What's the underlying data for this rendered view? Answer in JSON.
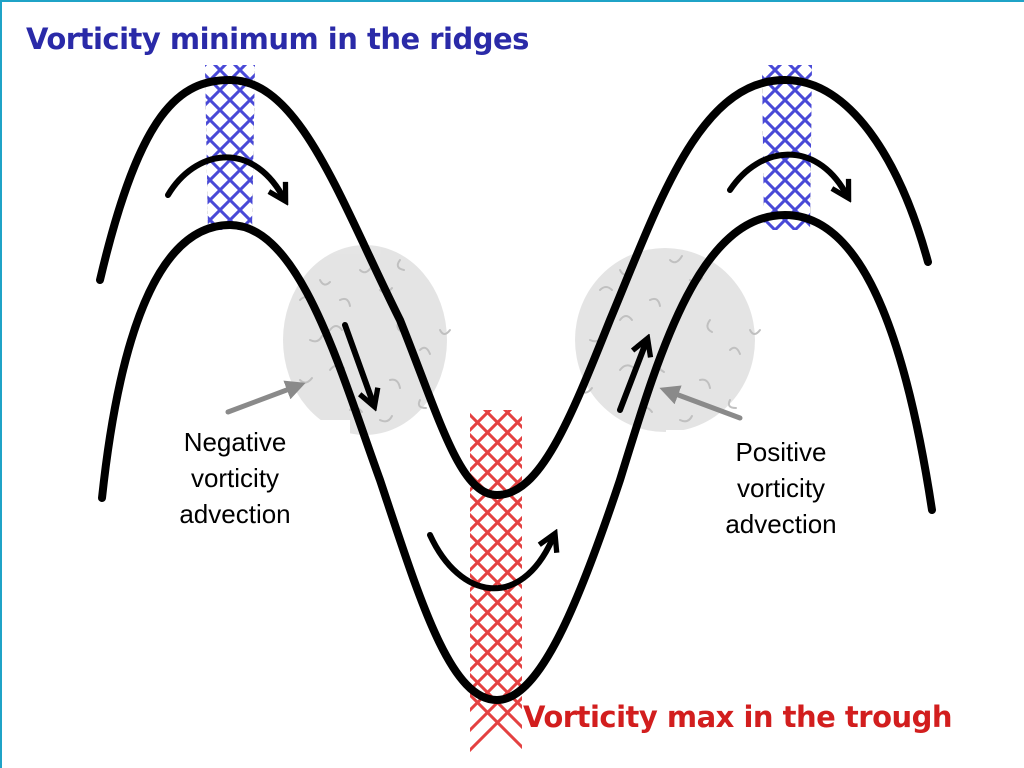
{
  "diagram": {
    "top_title": "Vorticity minimum in the ridges",
    "bottom_title": "Vorticity max in the trough",
    "negative_label": [
      "Negative",
      "vorticity",
      "advection"
    ],
    "positive_label": [
      "Positive",
      "vorticity",
      "advection"
    ],
    "colors": {
      "ridge_hatch": "#2a2ad0",
      "trough_hatch": "#e02020",
      "streamline": "#000000",
      "pointer_arrow": "#8a8a8a",
      "advection_cloud": "#a8a8a8",
      "frame": "#1fa3c7"
    }
  }
}
